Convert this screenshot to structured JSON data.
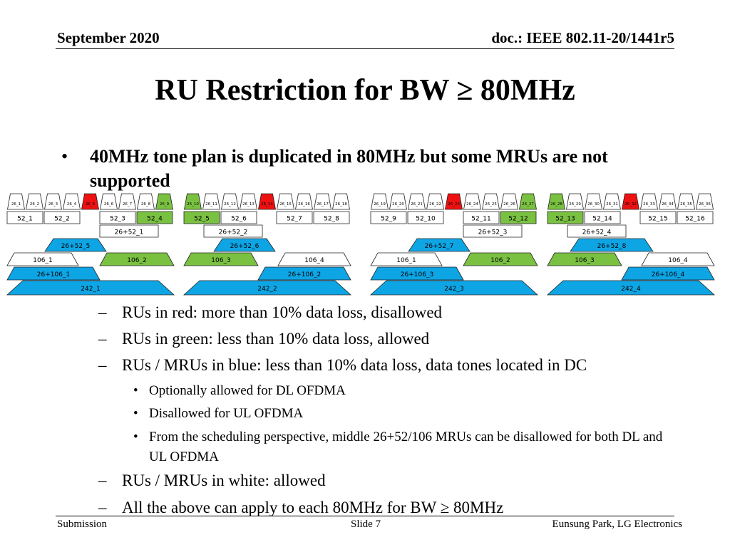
{
  "header": {
    "date": "September 2020",
    "doc": "doc.: IEEE 802.11-20/1441r5"
  },
  "title": "RU Restriction for BW ≥ 80MHz",
  "bullet": {
    "marker": "•",
    "text": "40MHz tone plan is duplicated in 80MHz but some MRUs are not supported"
  },
  "colors": {
    "red": "#ee1111",
    "green": "#7ac142",
    "blue": "#0ea5e5",
    "white": "#ffffff",
    "border": "#222222"
  },
  "diagram": {
    "row1": [
      {
        "label": "26_1",
        "fill": "white"
      },
      {
        "label": "26_2",
        "fill": "white"
      },
      {
        "label": "26_3",
        "fill": "white"
      },
      {
        "label": "26_4",
        "fill": "white"
      },
      {
        "label": "26_5",
        "fill": "red"
      },
      {
        "label": "26_6",
        "fill": "white"
      },
      {
        "label": "26_7",
        "fill": "white"
      },
      {
        "label": "26_8",
        "fill": "white"
      },
      {
        "label": "26_9",
        "fill": "green"
      },
      {
        "label": "26_10",
        "fill": "green"
      },
      {
        "label": "26_11",
        "fill": "white"
      },
      {
        "label": "26_12",
        "fill": "white"
      },
      {
        "label": "26_13",
        "fill": "white"
      },
      {
        "label": "26_14",
        "fill": "red"
      },
      {
        "label": "26_15",
        "fill": "white"
      },
      {
        "label": "26_16",
        "fill": "white"
      },
      {
        "label": "26_17",
        "fill": "white"
      },
      {
        "label": "26_18",
        "fill": "white"
      },
      {
        "label": "26_19",
        "fill": "white"
      },
      {
        "label": "26_20",
        "fill": "white"
      },
      {
        "label": "26_21",
        "fill": "white"
      },
      {
        "label": "26_22",
        "fill": "white"
      },
      {
        "label": "26_23",
        "fill": "red"
      },
      {
        "label": "26_24",
        "fill": "white"
      },
      {
        "label": "26_25",
        "fill": "white"
      },
      {
        "label": "26_26",
        "fill": "white"
      },
      {
        "label": "26_27",
        "fill": "green"
      },
      {
        "label": "26_28",
        "fill": "green"
      },
      {
        "label": "26_29",
        "fill": "white"
      },
      {
        "label": "26_30",
        "fill": "white"
      },
      {
        "label": "26_31",
        "fill": "white"
      },
      {
        "label": "26_32",
        "fill": "red"
      },
      {
        "label": "26_33",
        "fill": "white"
      },
      {
        "label": "26_34",
        "fill": "white"
      },
      {
        "label": "26_35",
        "fill": "white"
      },
      {
        "label": "26_36",
        "fill": "white"
      }
    ],
    "row2": [
      {
        "label": "52_1",
        "fill": "white"
      },
      {
        "label": "52_2",
        "fill": "white"
      },
      {
        "label": "52_3",
        "fill": "white"
      },
      {
        "label": "52_4",
        "fill": "green"
      },
      {
        "label": "52_5",
        "fill": "green"
      },
      {
        "label": "52_6",
        "fill": "white"
      },
      {
        "label": "52_7",
        "fill": "white"
      },
      {
        "label": "52_8",
        "fill": "white"
      },
      {
        "label": "52_9",
        "fill": "white"
      },
      {
        "label": "52_10",
        "fill": "white"
      },
      {
        "label": "52_11",
        "fill": "white"
      },
      {
        "label": "52_12",
        "fill": "green"
      },
      {
        "label": "52_13",
        "fill": "green"
      },
      {
        "label": "52_14",
        "fill": "white"
      },
      {
        "label": "52_15",
        "fill": "white"
      },
      {
        "label": "52_16",
        "fill": "white"
      }
    ],
    "row3": [
      {
        "label": "26+52_1",
        "fill": "white"
      },
      {
        "label": "26+52_2",
        "fill": "white"
      },
      {
        "label": "26+52_3",
        "fill": "white"
      },
      {
        "label": "26+52_4",
        "fill": "white"
      }
    ],
    "row4": [
      {
        "label": "26+52_5",
        "fill": "blue"
      },
      {
        "label": "26+52_6",
        "fill": "blue"
      },
      {
        "label": "26+52_7",
        "fill": "blue"
      },
      {
        "label": "26+52_8",
        "fill": "blue"
      }
    ],
    "row5": [
      {
        "label": "106_1",
        "fill": "white"
      },
      {
        "label": "106_2",
        "fill": "green"
      },
      {
        "label": "106_3",
        "fill": "green"
      },
      {
        "label": "106_4",
        "fill": "white"
      },
      {
        "label": "106_1",
        "fill": "white"
      },
      {
        "label": "106_2",
        "fill": "green"
      },
      {
        "label": "106_3",
        "fill": "green"
      },
      {
        "label": "106_4",
        "fill": "white"
      }
    ],
    "row6": [
      {
        "label": "26+106_1",
        "fill": "blue"
      },
      {
        "label": "26+106_2",
        "fill": "blue"
      },
      {
        "label": "26+106_3",
        "fill": "blue"
      },
      {
        "label": "26+106_4",
        "fill": "blue"
      }
    ],
    "row7": [
      {
        "label": "242_1",
        "fill": "blue"
      },
      {
        "label": "242_2",
        "fill": "blue"
      },
      {
        "label": "242_3",
        "fill": "blue"
      },
      {
        "label": "242_4",
        "fill": "blue"
      }
    ]
  },
  "subbullets": [
    {
      "marker": "–",
      "text": "RUs in red: more than 10% data loss, disallowed"
    },
    {
      "marker": "–",
      "text": "RUs in green: less than 10% data loss, allowed"
    },
    {
      "marker": "–",
      "text": "RUs / MRUs in blue: less than 10% data loss, data tones located in DC"
    },
    {
      "marker": "–",
      "text": "RUs / MRUs in white: allowed"
    },
    {
      "marker": "–",
      "text": "All the above can apply to each 80MHz for BW ≥ 80MHz"
    }
  ],
  "subsub": [
    {
      "marker": "•",
      "text": "Optionally allowed for DL OFDMA"
    },
    {
      "marker": "•",
      "text": "Disallowed for UL OFDMA"
    },
    {
      "marker": "•",
      "text": "From the scheduling perspective, middle 26+52/106 MRUs can be disallowed for both DL and UL OFDMA"
    }
  ],
  "footer": {
    "left": "Submission",
    "center": "Slide 7",
    "right": "Eunsung Park, LG Electronics"
  }
}
